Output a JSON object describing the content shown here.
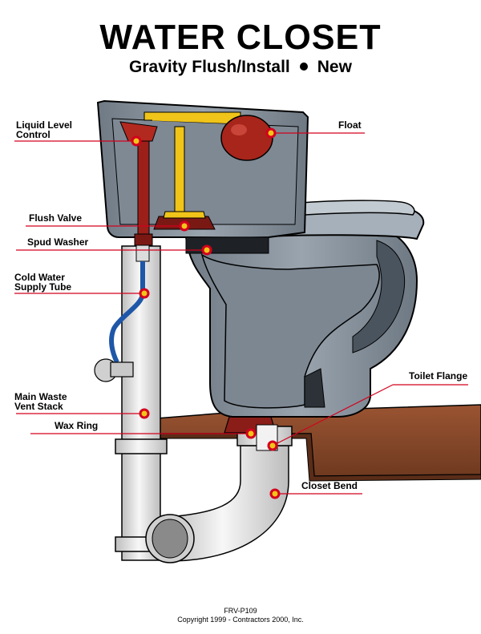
{
  "title": "WATER CLOSET",
  "subtitle": {
    "left": "Gravity Flush/Install",
    "right": "New"
  },
  "labels": {
    "liquid_level_control": [
      "Liquid Level",
      "Control"
    ],
    "float": "Float",
    "flush_valve": "Flush Valve",
    "spud_washer": "Spud Washer",
    "cold_water_supply_tube": [
      "Cold Water",
      "Supply Tube"
    ],
    "toilet_flange": "Toilet Flange",
    "main_waste_vent_stack": [
      "Main Waste",
      "Vent Stack"
    ],
    "wax_ring": "Wax Ring",
    "closet_bend": "Closet Bend"
  },
  "footer": {
    "code": "FRV-P109",
    "copyright": "Copyright 1999 - Contractors 2000, Inc."
  },
  "colors": {
    "leader": "#d3001c",
    "porcelain": "#8c96a0",
    "porcelain_dark": "#5d6873",
    "float": "#a8251b",
    "flush_valve": "#f0c419",
    "pipe": "#e6e6e6",
    "floor": "#8b4a2b",
    "supply_tube": "#1f57a8"
  }
}
